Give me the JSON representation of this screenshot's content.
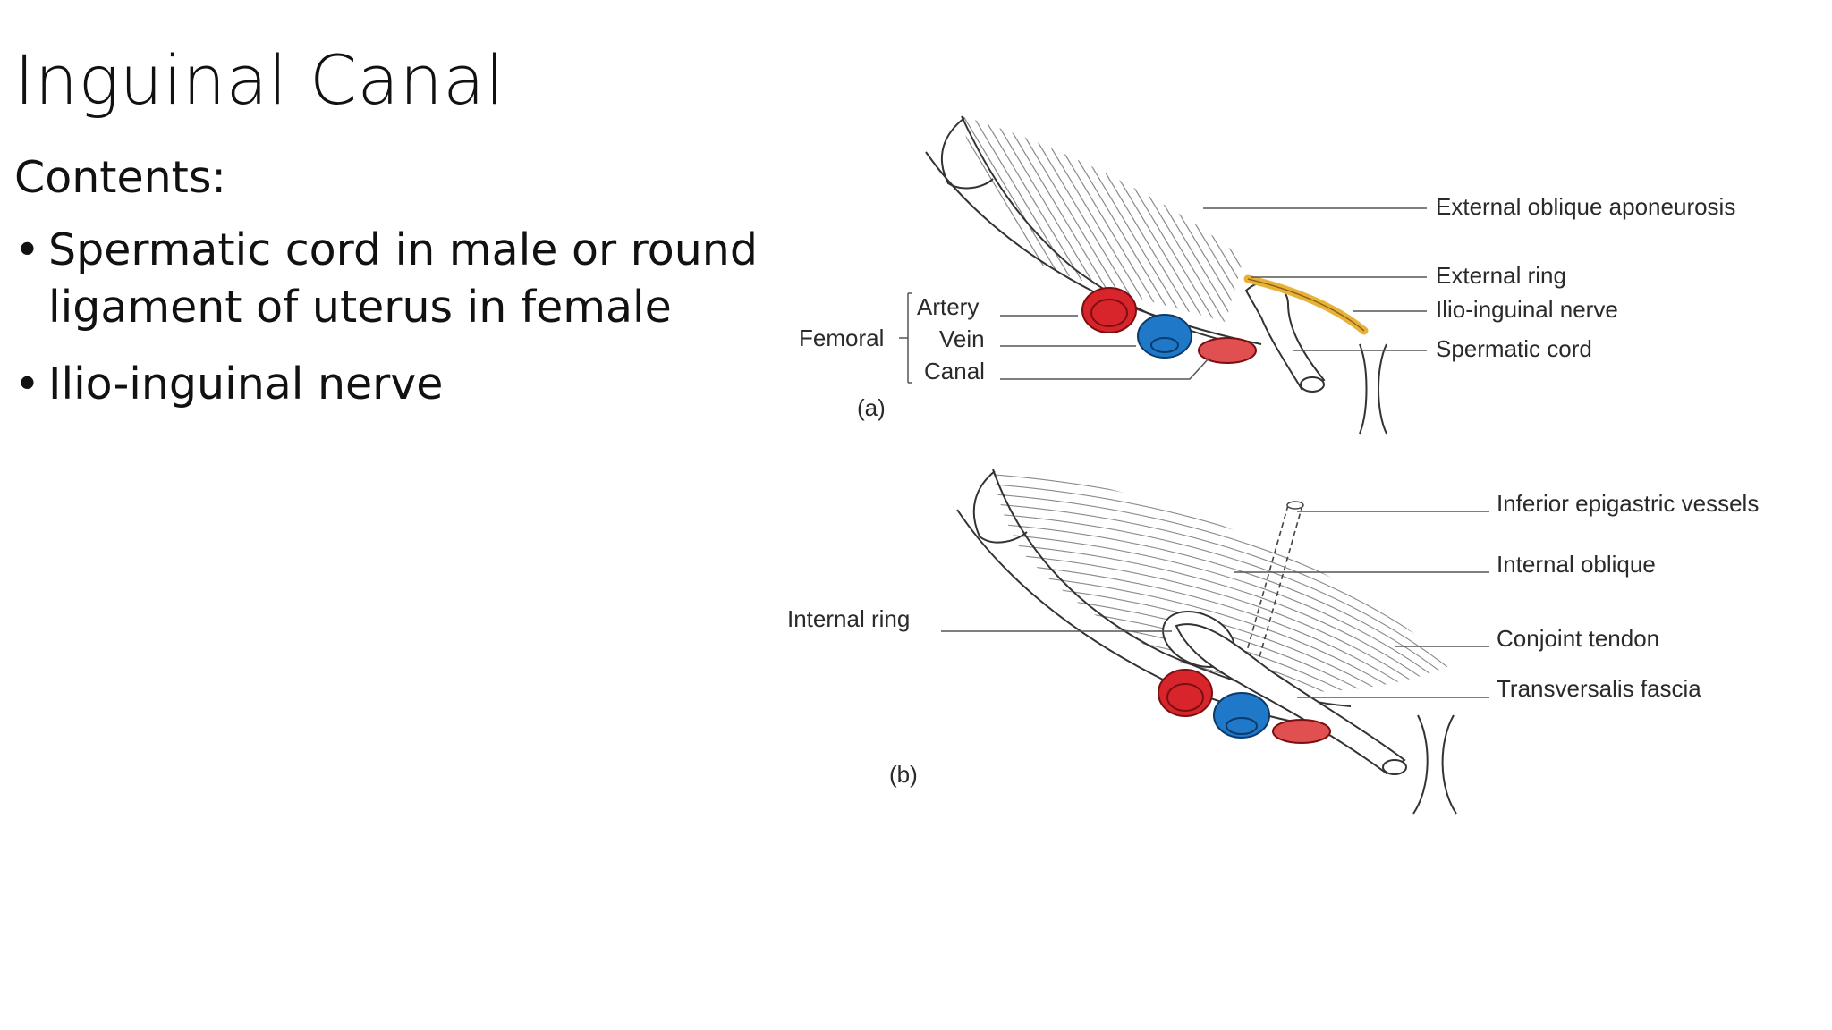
{
  "slide": {
    "title": "Inguinal Canal",
    "subtitle": "Contents:",
    "bullet_glyph": "•",
    "bullets": [
      "Spermatic cord in male or round ligament of uterus in female",
      "Ilio-inguinal nerve"
    ]
  },
  "figure": {
    "a": {
      "panel_label": "(a)",
      "labels": {
        "external_oblique_aponeurosis": "External oblique aponeurosis",
        "external_ring": "External ring",
        "ilio_inguinal_nerve": "Ilio-inguinal nerve",
        "spermatic_cord": "Spermatic cord",
        "femoral": "Femoral",
        "artery": "Artery",
        "vein": "Vein",
        "canal": "Canal"
      }
    },
    "b": {
      "panel_label": "(b)",
      "labels": {
        "inferior_epigastric_vessels": "Inferior epigastric vessels",
        "internal_oblique": "Internal oblique",
        "internal_ring": "Internal ring",
        "conjoint_tendon": "Conjoint tendon",
        "transversalis_fascia": "Transversalis fascia"
      }
    },
    "colors": {
      "artery": "#d8242b",
      "vein": "#1f78c8",
      "canal": "#e05050",
      "nerve": "#e8b23a",
      "line": "#555555"
    }
  }
}
